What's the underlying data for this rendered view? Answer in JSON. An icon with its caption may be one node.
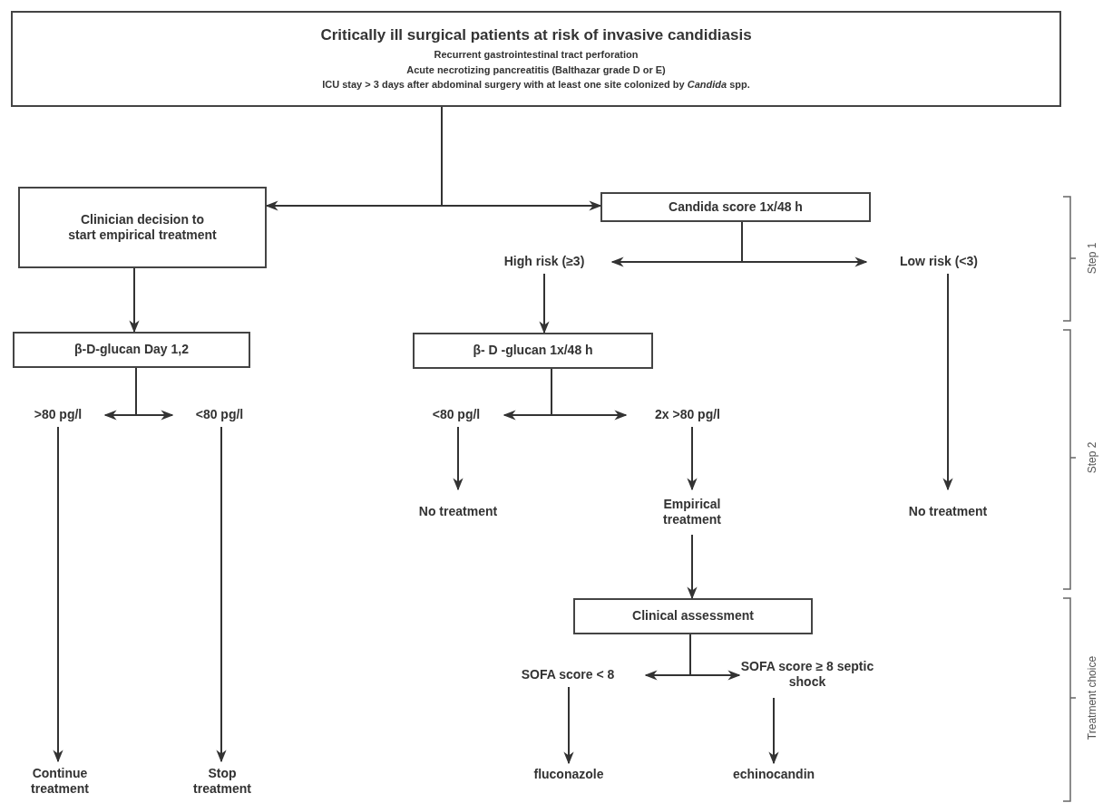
{
  "diagram": {
    "nodes": [
      {
        "text": [
          "Critically ill surgical patients at risk of invasive candidiasis",
          "Recurrent gastrointestinal tract perforation",
          "Acute necrotizing pancreatitis (Balthazar grade D or E)",
          "ICU stay > 3 days after abdominal surgery with at least one site colonized by *Candida* spp."
        ]
      },
      {
        "text": [
          "Clinician decision to start empirical treatment"
        ]
      },
      {
        "text": [
          "Candida score 1x/48 h"
        ]
      },
      {
        "text": [
          "High risk (≥3)"
        ]
      },
      {
        "text": [
          "Low risk (<3)"
        ]
      },
      {
        "text": [
          "β-D-glucan Day 1,2"
        ]
      },
      {
        "text": [
          "β- D -glucan 1x/48 h"
        ]
      },
      {
        "text": [
          ">80 pg/l"
        ]
      },
      {
        "text": [
          "<80 pg/l"
        ]
      },
      {
        "text": [
          "<80 pg/l"
        ]
      },
      {
        "text": [
          "2x >80 pg/l"
        ]
      },
      {
        "text": [
          "No treatment"
        ]
      },
      {
        "text": [
          "Empirical treatment"
        ]
      },
      {
        "text": [
          "No treatment"
        ]
      },
      {
        "text": [
          "Clinical assessment"
        ]
      },
      {
        "text": [
          "SOFA score < 8"
        ]
      },
      {
        "text": [
          "SOFA score ≥ 8 septic shock"
        ]
      },
      {
        "text": [
          "Continue treatment"
        ]
      },
      {
        "text": [
          "Stop treatment"
        ]
      },
      {
        "text": [
          "fluconazole"
        ]
      },
      {
        "text": [
          "echinocandin"
        ]
      }
    ],
    "edges": [
      {
        "from": 0,
        "to": 1,
        "arrow": "to"
      },
      {
        "from": 0,
        "to": 2,
        "arrow": "to"
      },
      {
        "from": 1,
        "to": 5,
        "arrow": "to"
      },
      {
        "from": 2,
        "to": 3,
        "arrow": "to"
      },
      {
        "from": 2,
        "to": 4,
        "arrow": "to"
      },
      {
        "from": 3,
        "to": 6,
        "arrow": "to"
      },
      {
        "from": 4,
        "to": 13,
        "arrow": "to"
      },
      {
        "from": 5,
        "to": 7,
        "arrow": "to"
      },
      {
        "from": 5,
        "to": 8,
        "arrow": "to"
      },
      {
        "from": 6,
        "to": 9,
        "arrow": "to"
      },
      {
        "from": 6,
        "to": 10,
        "arrow": "to"
      },
      {
        "from": 9,
        "to": 11,
        "arrow": "to"
      },
      {
        "from": 10,
        "to": 12,
        "arrow": "to"
      },
      {
        "from": 12,
        "to": 14,
        "arrow": "to"
      },
      {
        "from": 14,
        "to": 15,
        "arrow": "to"
      },
      {
        "from": 14,
        "to": 16,
        "arrow": "to"
      },
      {
        "from": 7,
        "to": 17,
        "arrow": "to"
      },
      {
        "from": 8,
        "to": 18,
        "arrow": "to"
      },
      {
        "from": 15,
        "to": 19,
        "arrow": "to"
      },
      {
        "from": 16,
        "to": 20,
        "arrow": "to"
      }
    ],
    "labels": [
      "Step 1",
      "Step 2",
      "Treatment choice"
    ]
  }
}
